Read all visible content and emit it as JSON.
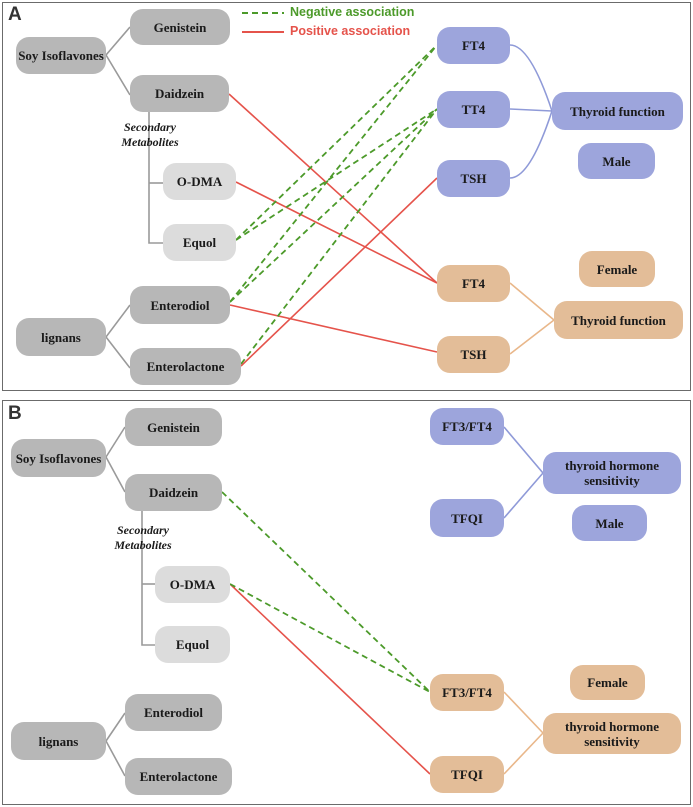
{
  "colors": {
    "negative": "#4c9a2a",
    "positive": "#e5534b",
    "tree_line": "#9a9a9a",
    "blue_line": "#8f9ad8",
    "peach_line": "#e9b78a"
  },
  "legend": {
    "negative": "Negative association",
    "positive": "Positive association"
  },
  "panel_a": {
    "letter": "A",
    "soy": "Soy Isoflavones",
    "genistein": "Genistein",
    "daidzein": "Daidzein",
    "secondary": "Secondary Metabolites",
    "odma": "O-DMA",
    "equol": "Equol",
    "lignans": "lignans",
    "enterodiol": "Enterodiol",
    "enterolactone": "Enterolactone",
    "male_ft4": "FT4",
    "male_tt4": "TT4",
    "male_tsh": "TSH",
    "male_func": "Thyroid function",
    "male": "Male",
    "female_ft4": "FT4",
    "female_tsh": "TSH",
    "female": "Female",
    "female_func": "Thyroid function"
  },
  "panel_b": {
    "letter": "B",
    "soy": "Soy Isoflavones",
    "genistein": "Genistein",
    "daidzein": "Daidzein",
    "secondary": "Secondary Metabolites",
    "odma": "O-DMA",
    "equol": "Equol",
    "lignans": "lignans",
    "enterodiol": "Enterodiol",
    "enterolactone": "Enterolactone",
    "male_ratio": "FT3/FT4",
    "male_tfqi": "TFQI",
    "male_sens": "thyroid hormone sensitivity",
    "male": "Male",
    "female_ratio": "FT3/FT4",
    "female_tfqi": "TFQI",
    "female": "Female",
    "female_sens": "thyroid hormone sensitivity"
  }
}
